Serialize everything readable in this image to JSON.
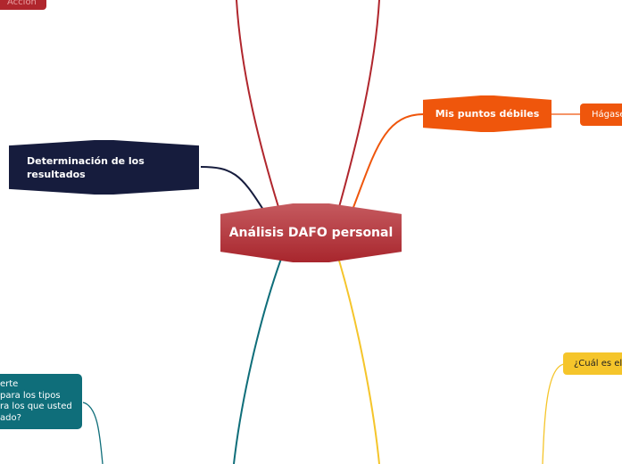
{
  "central": {
    "label": "Análisis DAFO personal",
    "color": "#b0353b"
  },
  "nodes": {
    "results": {
      "label": "Determinación de los resultados",
      "color": "#161c3d"
    },
    "weak": {
      "label": "Mis puntos débiles",
      "color": "#ef560c"
    },
    "hagase": {
      "label": "Hágase"
    },
    "cual": {
      "label": "¿Cuál es el",
      "color": "#f5c52b"
    },
    "teal": {
      "label": "erte\npara los tipos\nra los que usted\nado?",
      "color": "#0f6e7a"
    },
    "accion": {
      "label": "Acción",
      "color": "#b0262d"
    }
  }
}
